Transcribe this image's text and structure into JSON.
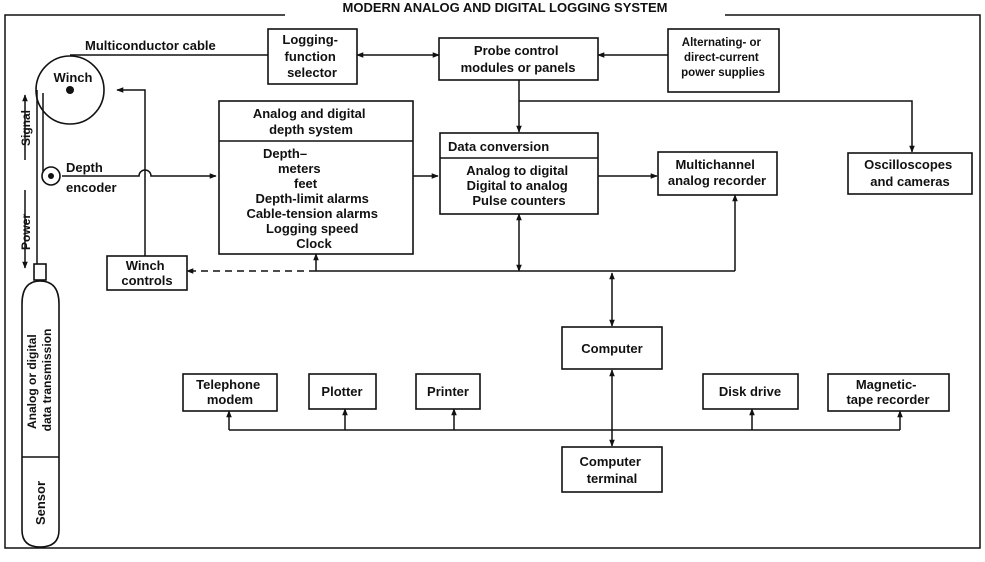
{
  "title": "MODERN ANALOG AND DIGITAL LOGGING SYSTEM",
  "labels": {
    "multiconductor_cable": "Multiconductor cable",
    "winch": "Winch",
    "signal": "Signal",
    "power": "Power",
    "depth_encoder": [
      "Depth",
      "encoder"
    ],
    "probe_transmission": [
      "Analog or digital",
      "data transmission"
    ],
    "sensor": "Sensor"
  },
  "boxes": {
    "logging_function_selector": [
      "Logging-",
      "function",
      "selector"
    ],
    "probe_control": [
      "Probe control",
      "modules or panels"
    ],
    "power_supplies": [
      "Alternating- or",
      "direct-current",
      "power supplies"
    ],
    "depth_system_title": [
      "Analog and digital",
      "depth system"
    ],
    "depth_system_items": [
      "Depth–",
      "meters",
      "feet",
      "Depth-limit alarms",
      "Cable-tension alarms",
      "Logging speed",
      "Clock"
    ],
    "data_conversion_title": "Data conversion",
    "data_conversion_items": [
      "Analog to digital",
      "Digital to analog",
      "Pulse counters"
    ],
    "multichannel_recorder": [
      "Multichannel",
      "analog recorder"
    ],
    "oscilloscopes": [
      "Oscilloscopes",
      "and cameras"
    ],
    "winch_controls": [
      "Winch",
      "controls"
    ],
    "computer": "Computer",
    "telephone_modem": [
      "Telephone",
      "modem"
    ],
    "plotter": "Plotter",
    "printer": "Printer",
    "disk_drive": "Disk drive",
    "magnetic_tape": [
      "Magnetic-",
      "tape recorder"
    ],
    "computer_terminal": [
      "Computer",
      "terminal"
    ]
  }
}
